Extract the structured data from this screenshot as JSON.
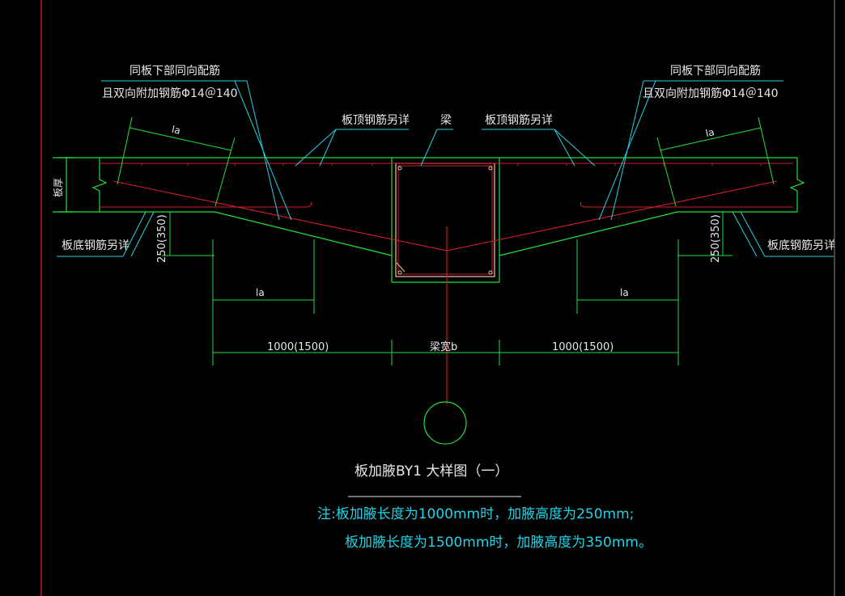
{
  "drawing": {
    "title": "板加腋BY1 大样图（一）",
    "labels": {
      "left_rebar_line1": "同板下部同向配筋",
      "left_rebar_line2": "且双向附加钢筋Φ14＠140",
      "right_rebar_line1": "同板下部同向配筋",
      "right_rebar_line2": "且双向附加钢筋Φ14＠140",
      "top_rebar_left": "板顶钢筋另详",
      "beam": "梁",
      "top_rebar_right": "板顶钢筋另详",
      "slab_thickness": "板厚",
      "bottom_rebar_left": "板底钢筋另详",
      "bottom_rebar_right": "板底钢筋另详",
      "haunch_height_left": "250(350)",
      "haunch_height_right": "250(350)",
      "la_top_left": "la",
      "la_top_right": "la",
      "la_bottom_left": "la",
      "la_bottom_right": "la",
      "dim_left": "1000(1500)",
      "dim_center": "梁宽b",
      "dim_right": "1000(1500)"
    },
    "notes": [
      "注:板加腋长度为1000mm时，加腋高度为250mm;",
      "板加腋长度为1500mm时，加腋高度为350mm。"
    ]
  },
  "colors": {
    "background": "#000000",
    "structure": "#22e03a",
    "rebar": "#d41c2c",
    "leader": "#22d3e6",
    "text": "#e8e8e8",
    "frame_line": "#c81a2a",
    "stirrup": "#f2c49c"
  }
}
